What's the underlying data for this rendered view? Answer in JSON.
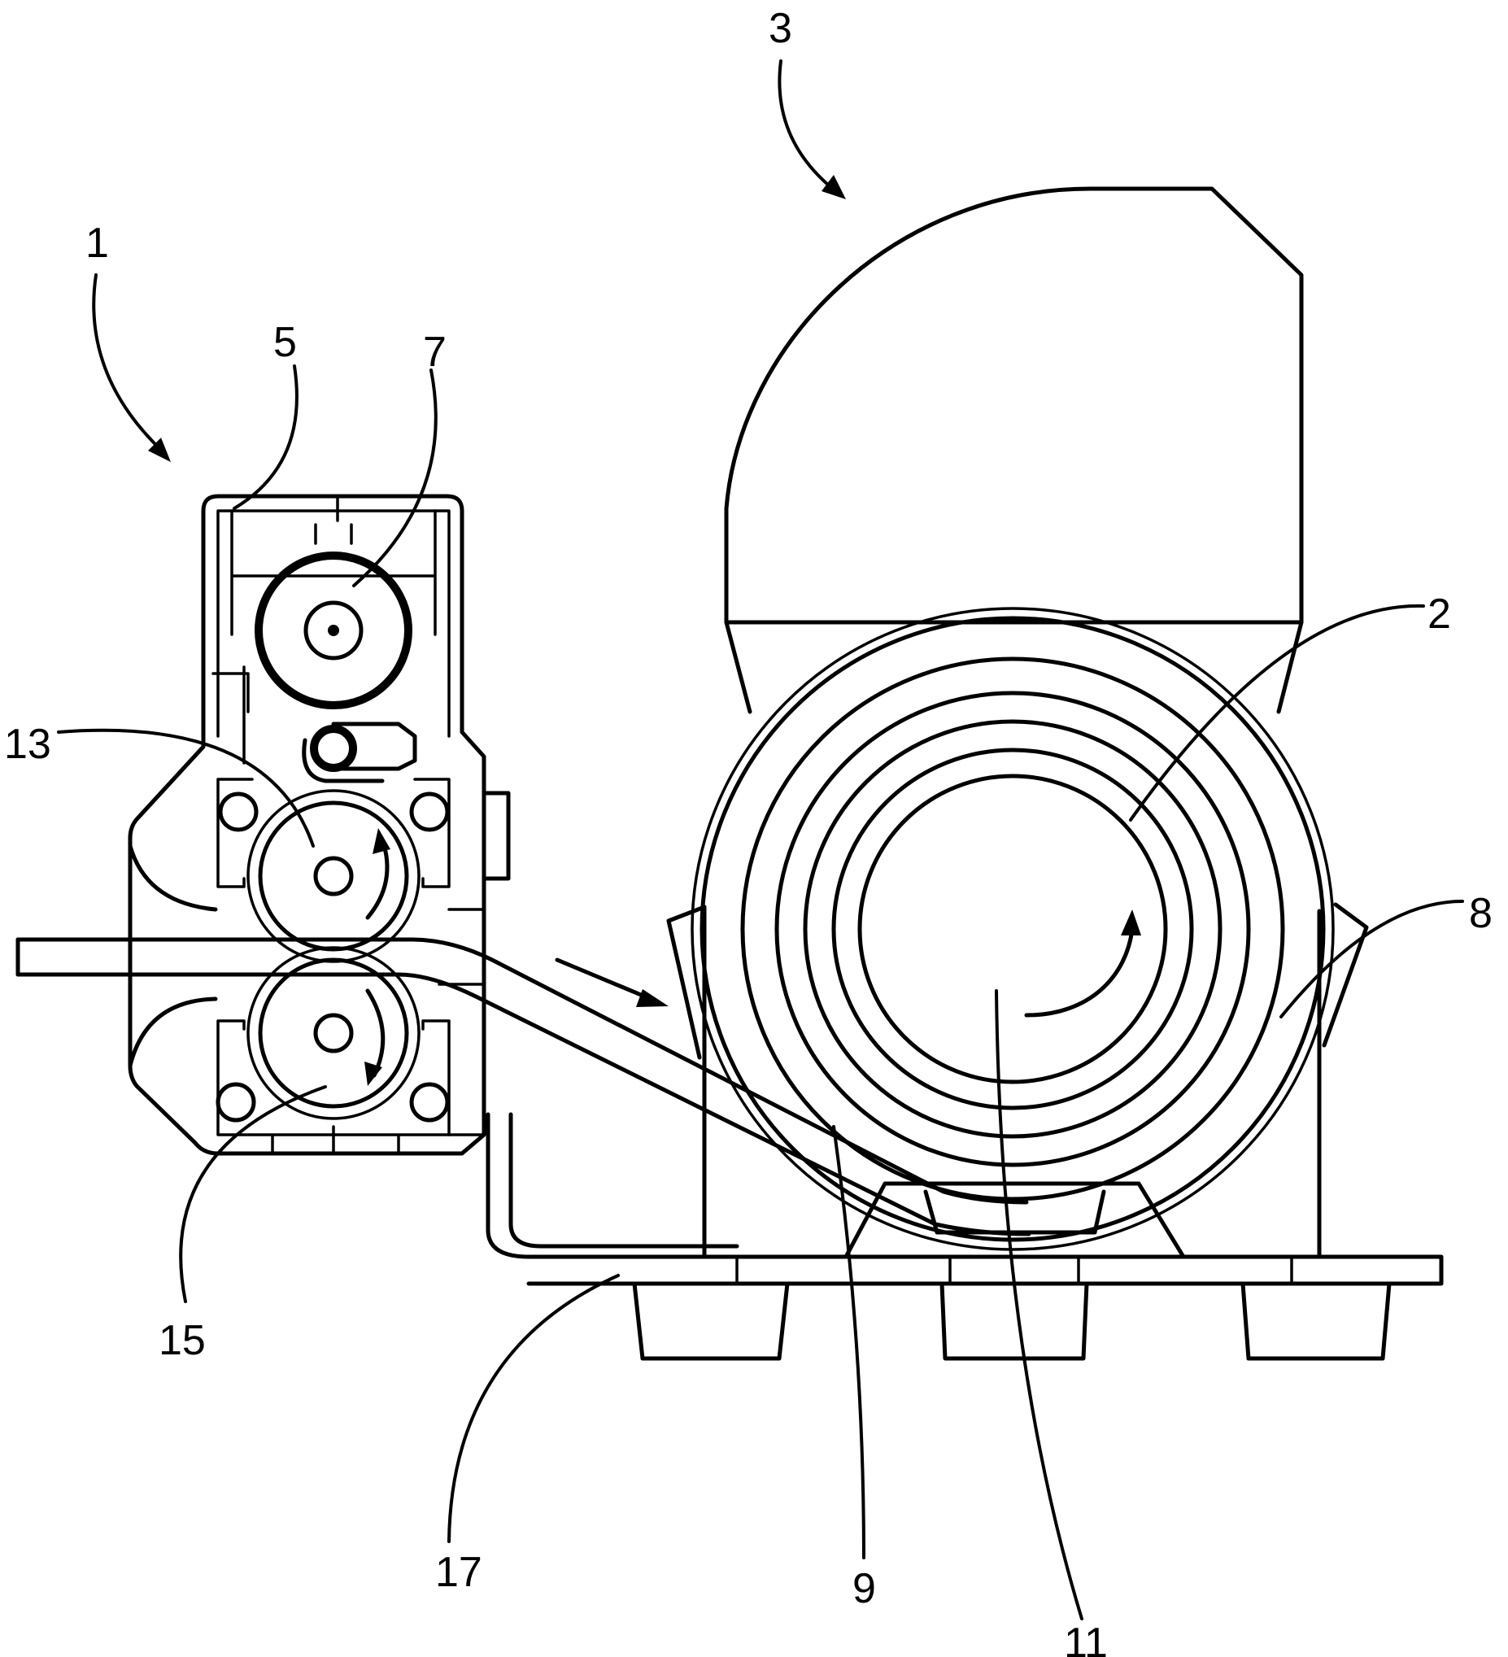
{
  "figure": {
    "labels": {
      "l1": "1",
      "l2": "2",
      "l3": "3",
      "l5": "5",
      "l7": "7",
      "l8": "8",
      "l9": "9",
      "l11": "11",
      "l13": "13",
      "l15": "15",
      "l17": "17"
    },
    "colors": {
      "line": "#000000",
      "background": "#ffffff"
    }
  }
}
